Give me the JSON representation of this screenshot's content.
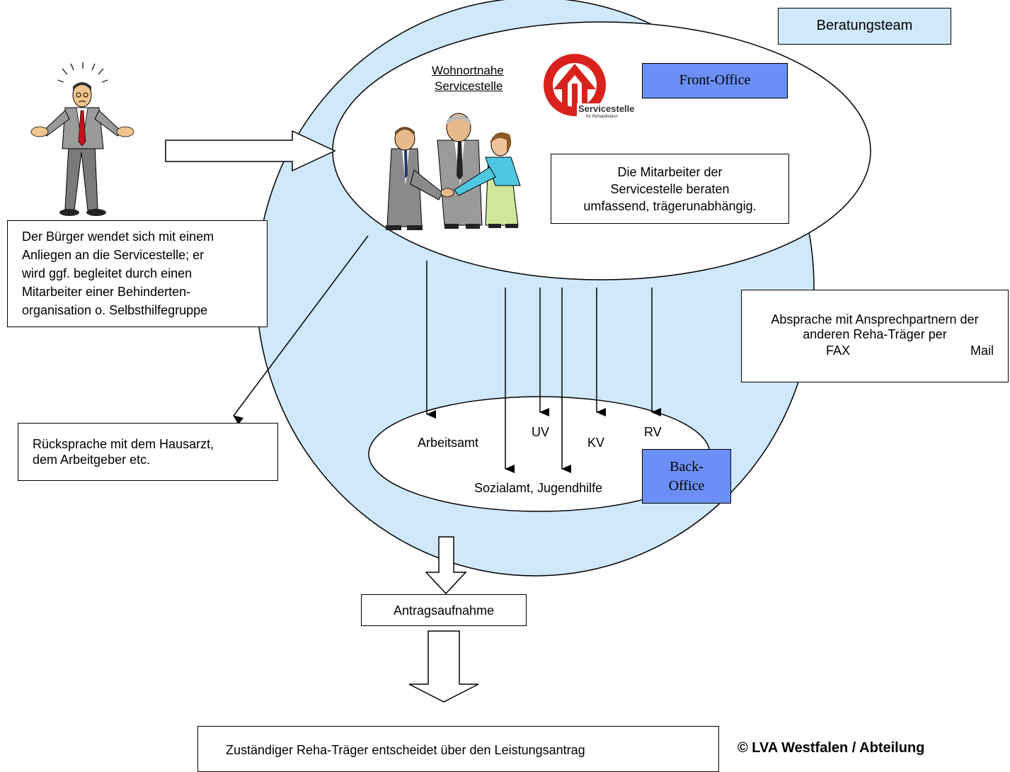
{
  "colors": {
    "big_circle": "#cfe8fb",
    "team_box": "#cfe8fb",
    "office_box": "#6b8ff5",
    "logo_red": "#d9221c"
  },
  "icons": [
    "worried-man-icon",
    "handshake-people-icon",
    "servicestelle-logo-icon",
    "fax-icon",
    "mail-icon"
  ],
  "team_label": "Beratungsteam",
  "front": {
    "wohnort_line1": "Wohnortnahe",
    "wohnort_line2": "Servicestelle",
    "logo_text": "Servicestelle",
    "logo_subtext": "für Rehabilitation",
    "front_office": "Front-Office",
    "mitarbeiter_line1": "Die Mitarbeiter der",
    "mitarbeiter_line2": "Servicestelle beraten",
    "mitarbeiter_line3": "umfassend, trägerunabhängig."
  },
  "citizen": {
    "line1": "Der Bürger wendet sich mit einem",
    "line2": "Anliegen an die Servicestelle; er",
    "line3": "wird ggf. begleitet durch einen",
    "line4": "Mitarbeiter einer Behinderten-",
    "line5": "organisation o. Selbsthilfegruppe"
  },
  "consult": {
    "line1": "Absprache mit Ansprechpartnern der",
    "line2": "anderen Reha-Träger per",
    "fax": "FAX",
    "mail": "Mail"
  },
  "back": {
    "arbeitsamt": "Arbeitsamt",
    "uv": "UV",
    "kv": "KV",
    "rv": "RV",
    "sozialamt": "Sozialamt, Jugendhilfe",
    "back_office_line1": "Back-",
    "back_office_line2": "Office"
  },
  "ruecksprache": {
    "line1": "Rücksprache mit dem Hausarzt,",
    "line2": "dem Arbeitgeber etc."
  },
  "antrag": "Antragsaufnahme",
  "decision": "Zuständiger Reha-Träger entscheidet über den Leistungsantrag",
  "copyright": "© LVA Westfalen / Abteilung"
}
